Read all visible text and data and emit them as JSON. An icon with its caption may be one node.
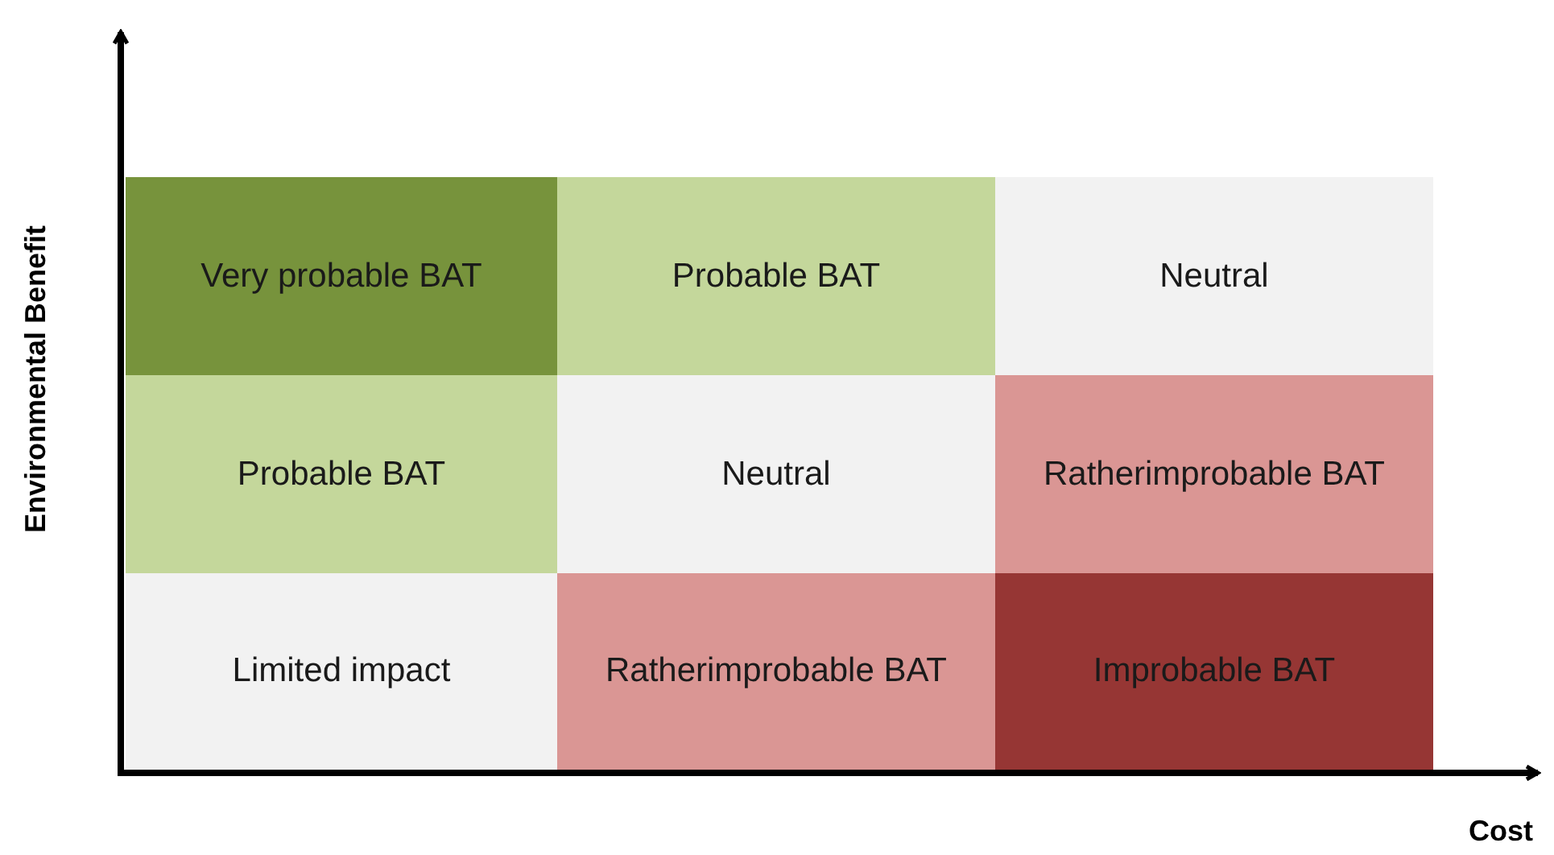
{
  "diagram": {
    "nodes": [
      {
        "text": [
          "Very probable BAT"
        ]
      },
      {
        "text": [
          "Probable BAT"
        ]
      },
      {
        "text": [
          "Neutral"
        ]
      },
      {
        "text": [
          "Probable BAT"
        ]
      },
      {
        "text": [
          "Neutral"
        ]
      },
      {
        "text": [
          "Ratherimprobable BAT"
        ]
      },
      {
        "text": [
          "Limited impact"
        ]
      },
      {
        "text": [
          "Ratherimprobable BAT"
        ]
      },
      {
        "text": [
          "Improbable BAT"
        ]
      }
    ],
    "labels": [
      "Environmental Benefit",
      "Cost"
    ]
  }
}
